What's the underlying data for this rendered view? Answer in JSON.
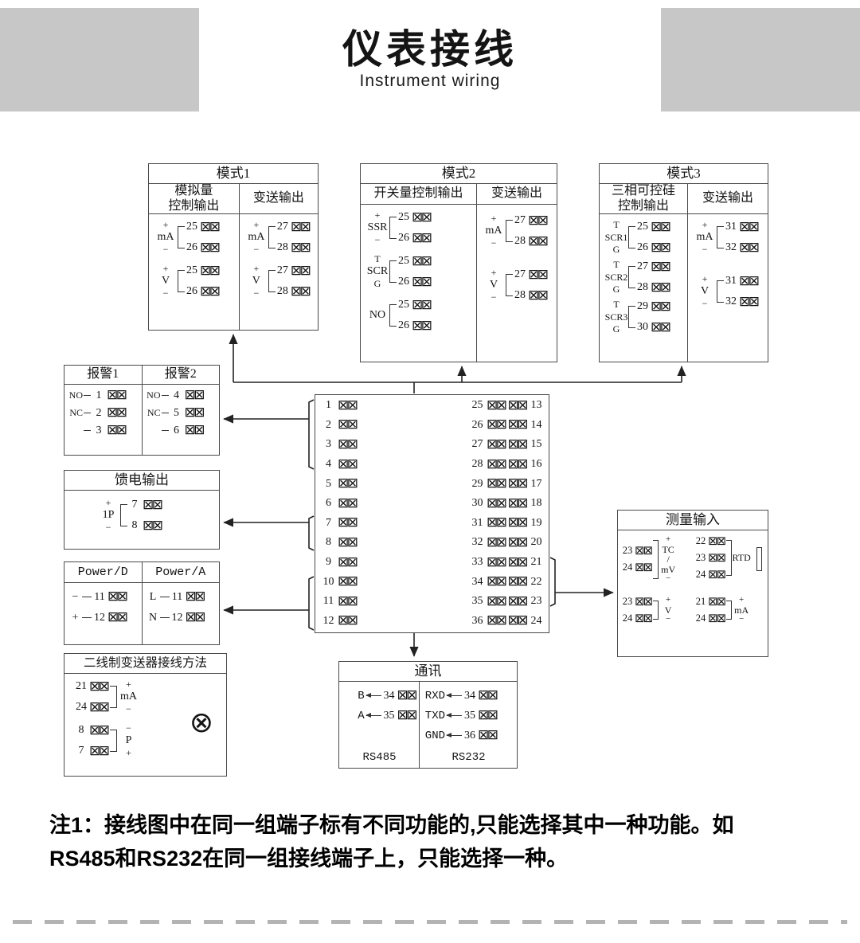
{
  "icons": {
    "terminal": "⊠⊠",
    "transmitter": "⊗"
  },
  "header": {
    "title": "仪表接线",
    "subtitle": "Instrument wiring"
  },
  "mode1": {
    "title": "模式1",
    "col1_line1": "模拟量",
    "col1_line2": "控制输出",
    "col2": "变送输出",
    "groups": [
      {
        "top": "+",
        "label": "mA",
        "bottom": "−",
        "t": [
          "25",
          "26"
        ]
      },
      {
        "top": "+",
        "label": "V",
        "bottom": "−",
        "t": [
          "25",
          "26"
        ]
      },
      {
        "top": "+",
        "label": "mA",
        "bottom": "−",
        "t": [
          "27",
          "28"
        ]
      },
      {
        "top": "+",
        "label": "V",
        "bottom": "−",
        "t": [
          "27",
          "28"
        ]
      }
    ]
  },
  "mode2": {
    "title": "模式2",
    "col1": "开关量控制输出",
    "col2": "变送输出",
    "left_groups": [
      {
        "top": "+",
        "label": "SSR",
        "bottom": "−",
        "t": [
          "25",
          "26"
        ]
      },
      {
        "top": "T",
        "label": "SCR",
        "bottom": "G",
        "t": [
          "25",
          "26"
        ]
      },
      {
        "top": "",
        "label": "NO",
        "bottom": "",
        "t": [
          "25",
          "26"
        ]
      }
    ],
    "right_groups": [
      {
        "top": "+",
        "label": "mA",
        "bottom": "−",
        "t": [
          "27",
          "28"
        ]
      },
      {
        "top": "+",
        "label": "V",
        "bottom": "−",
        "t": [
          "27",
          "28"
        ]
      }
    ]
  },
  "mode3": {
    "title": "模式3",
    "col1_line1": "三相可控硅",
    "col1_line2": "控制输出",
    "col2": "变送输出",
    "left_groups": [
      {
        "top": "T",
        "label": "SCR1",
        "bottom": "G",
        "t": [
          "25",
          "26"
        ]
      },
      {
        "top": "T",
        "label": "SCR2",
        "bottom": "G",
        "t": [
          "27",
          "28"
        ]
      },
      {
        "top": "T",
        "label": "SCR3",
        "bottom": "G",
        "t": [
          "29",
          "30"
        ]
      }
    ],
    "right_groups": [
      {
        "top": "+",
        "label": "mA",
        "bottom": "−",
        "t": [
          "31",
          "32"
        ]
      },
      {
        "top": "+",
        "label": "V",
        "bottom": "−",
        "t": [
          "31",
          "32"
        ]
      }
    ]
  },
  "alarm": {
    "col1": "报警1",
    "col2": "报警2",
    "left": [
      {
        "lab": "NO",
        "n": "1"
      },
      {
        "lab": "NC",
        "n": "2"
      },
      {
        "lab": "",
        "n": "3"
      }
    ],
    "right": [
      {
        "lab": "NO",
        "n": "4"
      },
      {
        "lab": "NC",
        "n": "5"
      },
      {
        "lab": "",
        "n": "6"
      }
    ]
  },
  "feed": {
    "title": "馈电输出",
    "group": {
      "top": "+",
      "label": "1P",
      "bottom": "−",
      "t": [
        "7",
        "8"
      ]
    }
  },
  "power": {
    "col1": "Power/D",
    "col2": "Power/A",
    "left": [
      {
        "lab": "−",
        "n": "11"
      },
      {
        "lab": "+",
        "n": "12"
      }
    ],
    "right": [
      {
        "lab": "L",
        "n": "11"
      },
      {
        "lab": "N",
        "n": "12"
      }
    ]
  },
  "transmitter": {
    "title": "二线制变送器接线方法",
    "groupA": {
      "top": "+",
      "label": "mA",
      "bottom": "−",
      "t": [
        "21",
        "24"
      ]
    },
    "groupB": {
      "top": "−",
      "label": "P",
      "bottom": "+",
      "t": [
        "8",
        "7"
      ]
    }
  },
  "center": {
    "left": [
      "1",
      "2",
      "3",
      "4",
      "5",
      "6",
      "7",
      "8",
      "9",
      "10",
      "11",
      "12"
    ],
    "right": [
      {
        "a": "25",
        "b": "13"
      },
      {
        "a": "26",
        "b": "14"
      },
      {
        "a": "27",
        "b": "15"
      },
      {
        "a": "28",
        "b": "16"
      },
      {
        "a": "29",
        "b": "17"
      },
      {
        "a": "30",
        "b": "18"
      },
      {
        "a": "31",
        "b": "19"
      },
      {
        "a": "32",
        "b": "20"
      },
      {
        "a": "33",
        "b": "21"
      },
      {
        "a": "34",
        "b": "22"
      },
      {
        "a": "35",
        "b": "23"
      },
      {
        "a": "36",
        "b": "24"
      }
    ]
  },
  "measure": {
    "title": "测量输入",
    "q1": {
      "top": "+",
      "label_line1": "TC",
      "label_line2": "/",
      "label_line3": "mV",
      "bottom": "−",
      "t": [
        "23",
        "24"
      ]
    },
    "q2": {
      "label": "RTD",
      "t": [
        "22",
        "23",
        "24"
      ]
    },
    "q3": {
      "top": "+",
      "label": "V",
      "bottom": "−",
      "t": [
        "23",
        "24"
      ]
    },
    "q4": {
      "top": "+",
      "label": "mA",
      "bottom": "−",
      "t": [
        "21",
        "24"
      ]
    }
  },
  "comm": {
    "title": "通讯",
    "rs485": {
      "caption": "RS485",
      "rows": [
        {
          "sig": "B",
          "n": "34"
        },
        {
          "sig": "A",
          "n": "35"
        }
      ]
    },
    "rs232": {
      "caption": "RS232",
      "rows": [
        {
          "sig": "RXD",
          "n": "34"
        },
        {
          "sig": "TXD",
          "n": "35"
        },
        {
          "sig": "GND",
          "n": "36"
        }
      ]
    }
  },
  "note": {
    "line1": "注1：接线图中在同一组端子标有不同功能的,只能选择其中一种功能。如",
    "line2": "RS485和RS232在同一组接线端子上，只能选择一种。"
  }
}
